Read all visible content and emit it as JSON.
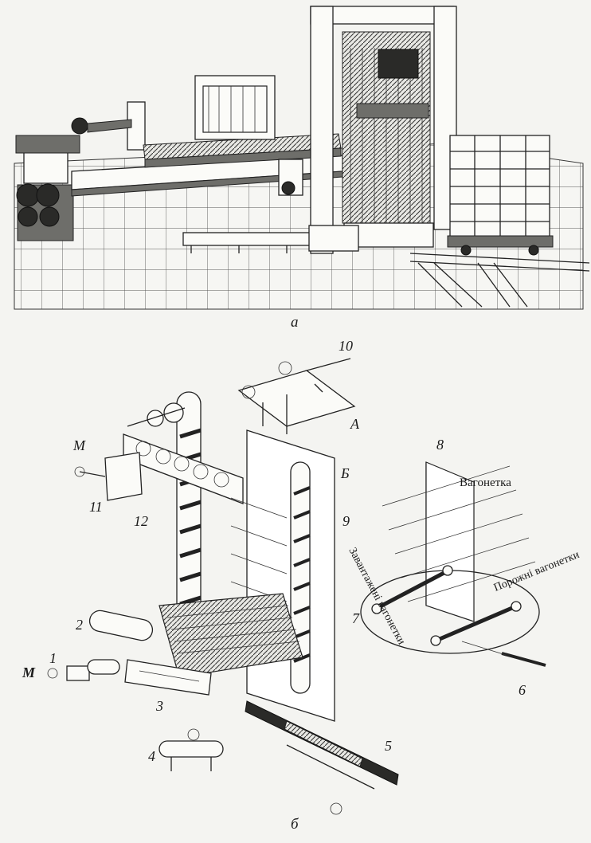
{
  "panel_a": {
    "caption": "а"
  },
  "panel_b": {
    "caption": "б",
    "labels": {
      "n10": "10",
      "nA": "А",
      "nM1": "М",
      "nB": "Б",
      "n8": "8",
      "trolley": "Вагонетка",
      "n11": "11",
      "n9": "9",
      "n12": "12",
      "loaded": "Завантажені вагонетки",
      "empty": "Порожні вагонетки",
      "n7": "7",
      "n2": "2",
      "n1": "1",
      "nM2": "М",
      "n6": "6",
      "n3": "3",
      "n5": "5",
      "n4": "4"
    }
  }
}
